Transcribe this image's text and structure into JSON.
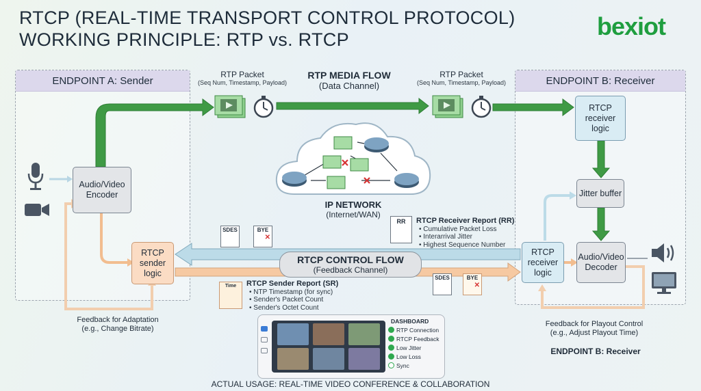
{
  "title": {
    "line1": "RTCP (REAL-TIME TRANSPORT CONTROL PROTOCOL)",
    "line2": "WORKING PRINCIPLE: RTP vs. RTCP"
  },
  "logo": {
    "text": "bexiot"
  },
  "endpoint_a": {
    "header": "ENDPOINT A: Sender"
  },
  "endpoint_b": {
    "header": "ENDPOINT B: Receiver",
    "footer": "ENDPOINT B: Receiver"
  },
  "nodes": {
    "encoder": "Audio/Video Encoder",
    "sender_logic": "RTCP sender logic",
    "receiver_logic_top": "RTCP receiver logic",
    "jitter_buffer": "Jitter buffer",
    "decoder": "Audio/Video Decoder",
    "receiver_logic_mid": "RTCP receiver logic"
  },
  "rtp_packet": {
    "label": "RTP Packet",
    "sub": "(Seq Num, Timestamp, Payload)"
  },
  "rtp_flow": {
    "title": "RTP MEDIA FLOW",
    "sub": "(Data Channel)"
  },
  "ip_network": {
    "title": "IP NETWORK",
    "sub": "(Internet/WAN)"
  },
  "rtcp_flow": {
    "title": "RTCP CONTROL FLOW",
    "sub": "(Feedback Channel)"
  },
  "receiver_report": {
    "icon_text": "RR",
    "title": "RTCP Receiver Report (RR)",
    "items": [
      "• Cumulative Packet Loss",
      "• Interarrival Jitter",
      "• Highest Sequence Number"
    ]
  },
  "sender_report": {
    "icon_text": "Time",
    "title": "RTCP Sender Report (SR)",
    "items": [
      "• NTP Timestamp (for sync)",
      "• Sender's Packet Count",
      "• Sender's Octet Count"
    ]
  },
  "doc_icons": {
    "sdes": "SDES",
    "bye": "BYE"
  },
  "feedback_a": {
    "line1": "Feedback for Adaptation",
    "line2": "(e.g., Change Bitrate)"
  },
  "feedback_b": {
    "line1": "Feedback for Playout Control",
    "line2": "(e.g., Adjust Playout Time)"
  },
  "dashboard": {
    "title": "DASHBOARD",
    "items": [
      "RTP Connection",
      "RTCP Feedback",
      "Low Jitter",
      "Low Loss",
      "Sync"
    ]
  },
  "caption": "ACTUAL USAGE: REAL-TIME VIDEO CONFERENCE & COLLABORATION",
  "colors": {
    "rtp_green": "#3f9a45",
    "rtcp_blue": "#bcdbe8",
    "rtcp_orange": "#f6c9a2",
    "logo_green": "#1f9e3f",
    "logo_red": "#d42a2a"
  }
}
